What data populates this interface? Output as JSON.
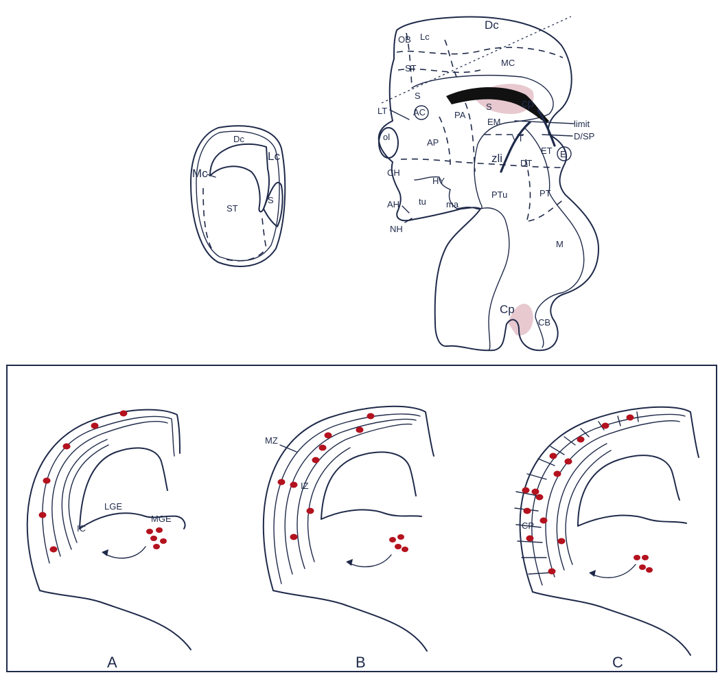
{
  "colors": {
    "line": "#1f2a4a",
    "cell": "#b3121e",
    "choroid": "#e7c9cf",
    "black": "#111111"
  },
  "coronal": {
    "labels": {
      "dc": "Dc",
      "lc": "Lc",
      "mc": "Mc",
      "st": "ST",
      "s": "S"
    }
  },
  "sagittal": {
    "labels": {
      "dc": "Dc",
      "ob": "OB",
      "lc": "Lc",
      "st": "ST",
      "mc": "MC",
      "s": "S",
      "lt": "LT",
      "ac": "AC",
      "pa": "PA",
      "dotted_s": "S",
      "cp": "cp",
      "em": "EM",
      "limit": "limit",
      "dsp": "D/SP",
      "vt": "VT",
      "et": "ET",
      "e": "E",
      "ol": "ol",
      "ap": "AP",
      "zli": "zli",
      "dt": "DT",
      "ch": "CH",
      "hy": "HY",
      "ptu": "PTu",
      "pt": "PT",
      "ah": "AH",
      "tu": "tu",
      "ma": "ma",
      "nh": "NH",
      "m": "M",
      "cp2": "Cp",
      "cb": "CB"
    }
  },
  "panels": [
    {
      "letter": "A",
      "labels": {
        "lge": "LGE",
        "mge": "MGE",
        "ic": "IC"
      }
    },
    {
      "letter": "B",
      "labels": {
        "mz": "MZ",
        "iz": "IZ"
      }
    },
    {
      "letter": "C",
      "labels": {
        "cp": "CP"
      }
    }
  ]
}
